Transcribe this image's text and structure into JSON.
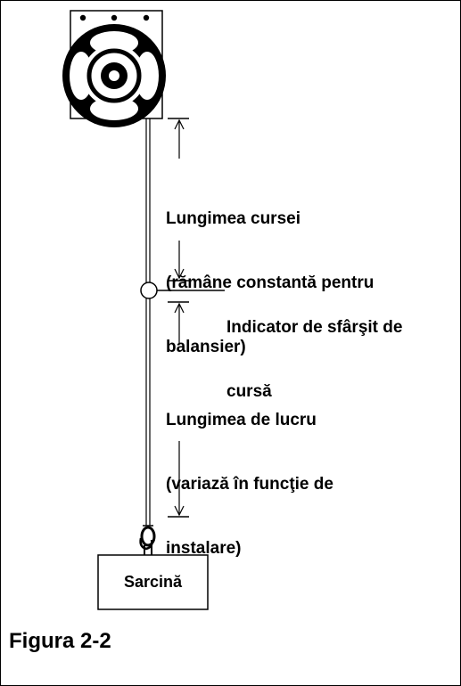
{
  "labels": {
    "stroke_length": [
      "Lungimea cursei",
      "(rămâne constantă pentru",
      "balansier)"
    ],
    "indicator": [
      "Indicator de sfârşit de",
      "cursă"
    ],
    "working_length": [
      "Lungimea de lucru",
      "(variază în funcţie de",
      "instalare)"
    ],
    "load": "Sarcină"
  },
  "caption": "Figura 2-2"
}
